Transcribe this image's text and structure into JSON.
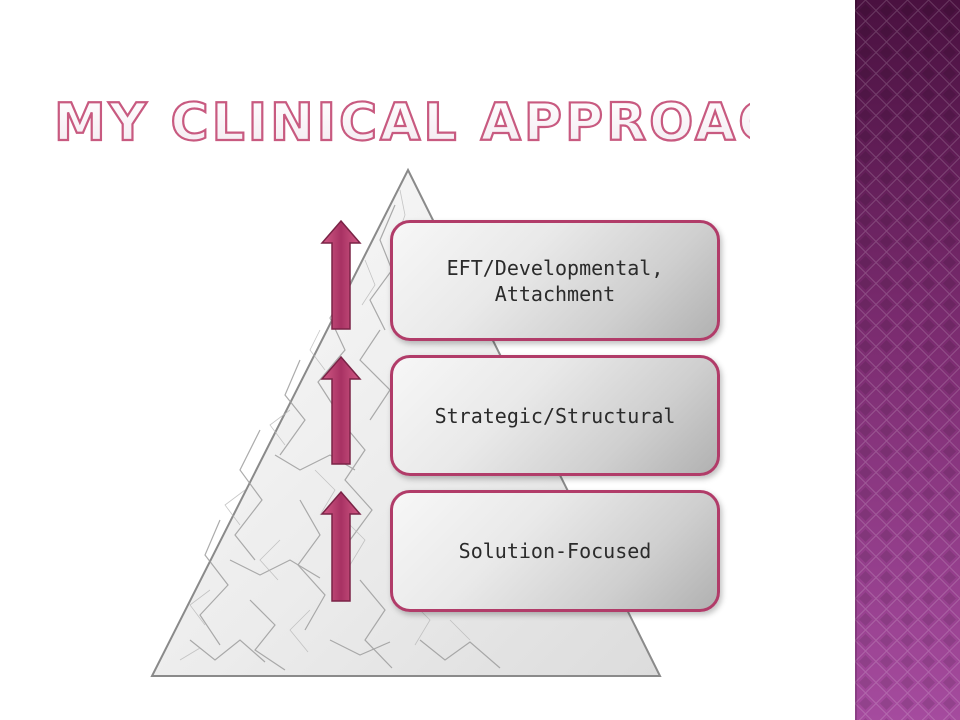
{
  "title": "My Clinical Approach",
  "levels": [
    {
      "label": "EFT/Developmental, Attachment"
    },
    {
      "label": "Strategic/Structural"
    },
    {
      "label": "Solution-Focused"
    }
  ],
  "colors": {
    "accent": "#b13c69",
    "arrow": "#c44875",
    "band_dark": "#4a1140",
    "band_light": "#a54b9e",
    "box_light": "#f7f7f7",
    "box_dark": "#b1b1b1"
  }
}
